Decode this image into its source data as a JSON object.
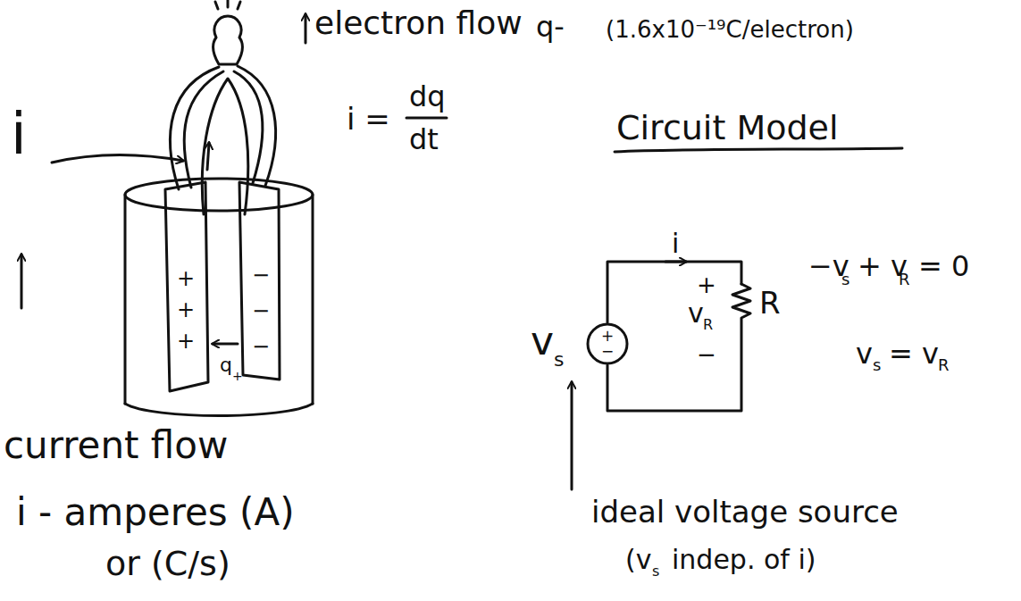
{
  "diagram": {
    "nodes": [
      {
        "text": [
          "+",
          "−"
        ]
      }
    ],
    "labels": [
      "i",
      "electron flow",
      "q-",
      "(1.6x10⁻¹⁹C/electron)",
      "i =",
      "dq",
      "dt",
      "Circuit Model",
      "i",
      "+",
      "v",
      "R",
      "−",
      "R",
      "v",
      "s",
      "−v",
      "s",
      "+ v",
      "R",
      "= 0",
      "v",
      "s",
      "= v",
      "R",
      "ideal voltage source",
      "(v",
      "s",
      "indep. of i)",
      "current flow",
      "i - amperes (A)",
      "or (C/s)",
      "+",
      "+",
      "+",
      "−",
      "−",
      "−",
      "q",
      "+"
    ]
  }
}
